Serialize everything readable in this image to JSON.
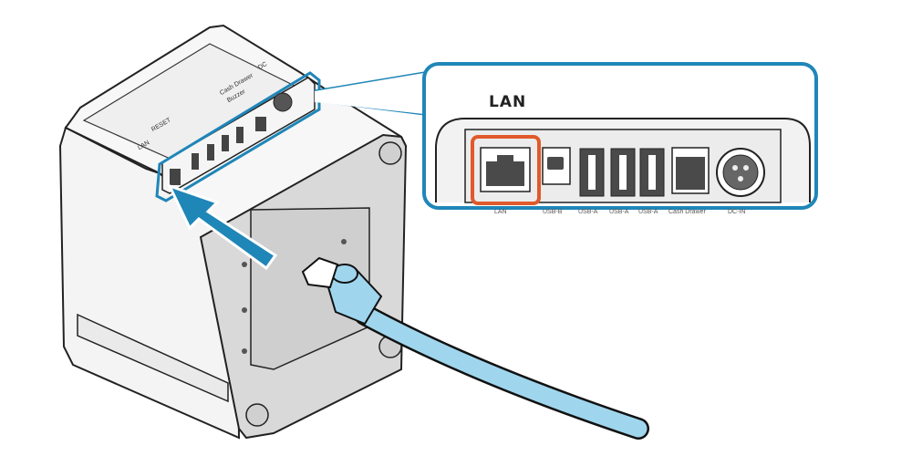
{
  "figure": {
    "subject": "Printer rear connector panel with LAN cable insertion",
    "callout_label": "LAN",
    "ports": [
      "LAN",
      "USB-B",
      "USB-A",
      "USB-A",
      "USB-A",
      "Cash Drawer",
      "DC-IN"
    ],
    "highlighted_port": "LAN",
    "printed_panel_labels": [
      "LAN",
      "RESET",
      "Cash Drawer",
      "Buzzer",
      "DC"
    ]
  },
  "colors": {
    "callout_border": "#1f86b8",
    "arrow": "#1f86b8",
    "highlight_border": "#e05a2b",
    "cable": "#9fd6ee",
    "body_light": "#f4f4f4",
    "body_side": "#d8d8d8",
    "port_dark": "#4a4a4a"
  }
}
